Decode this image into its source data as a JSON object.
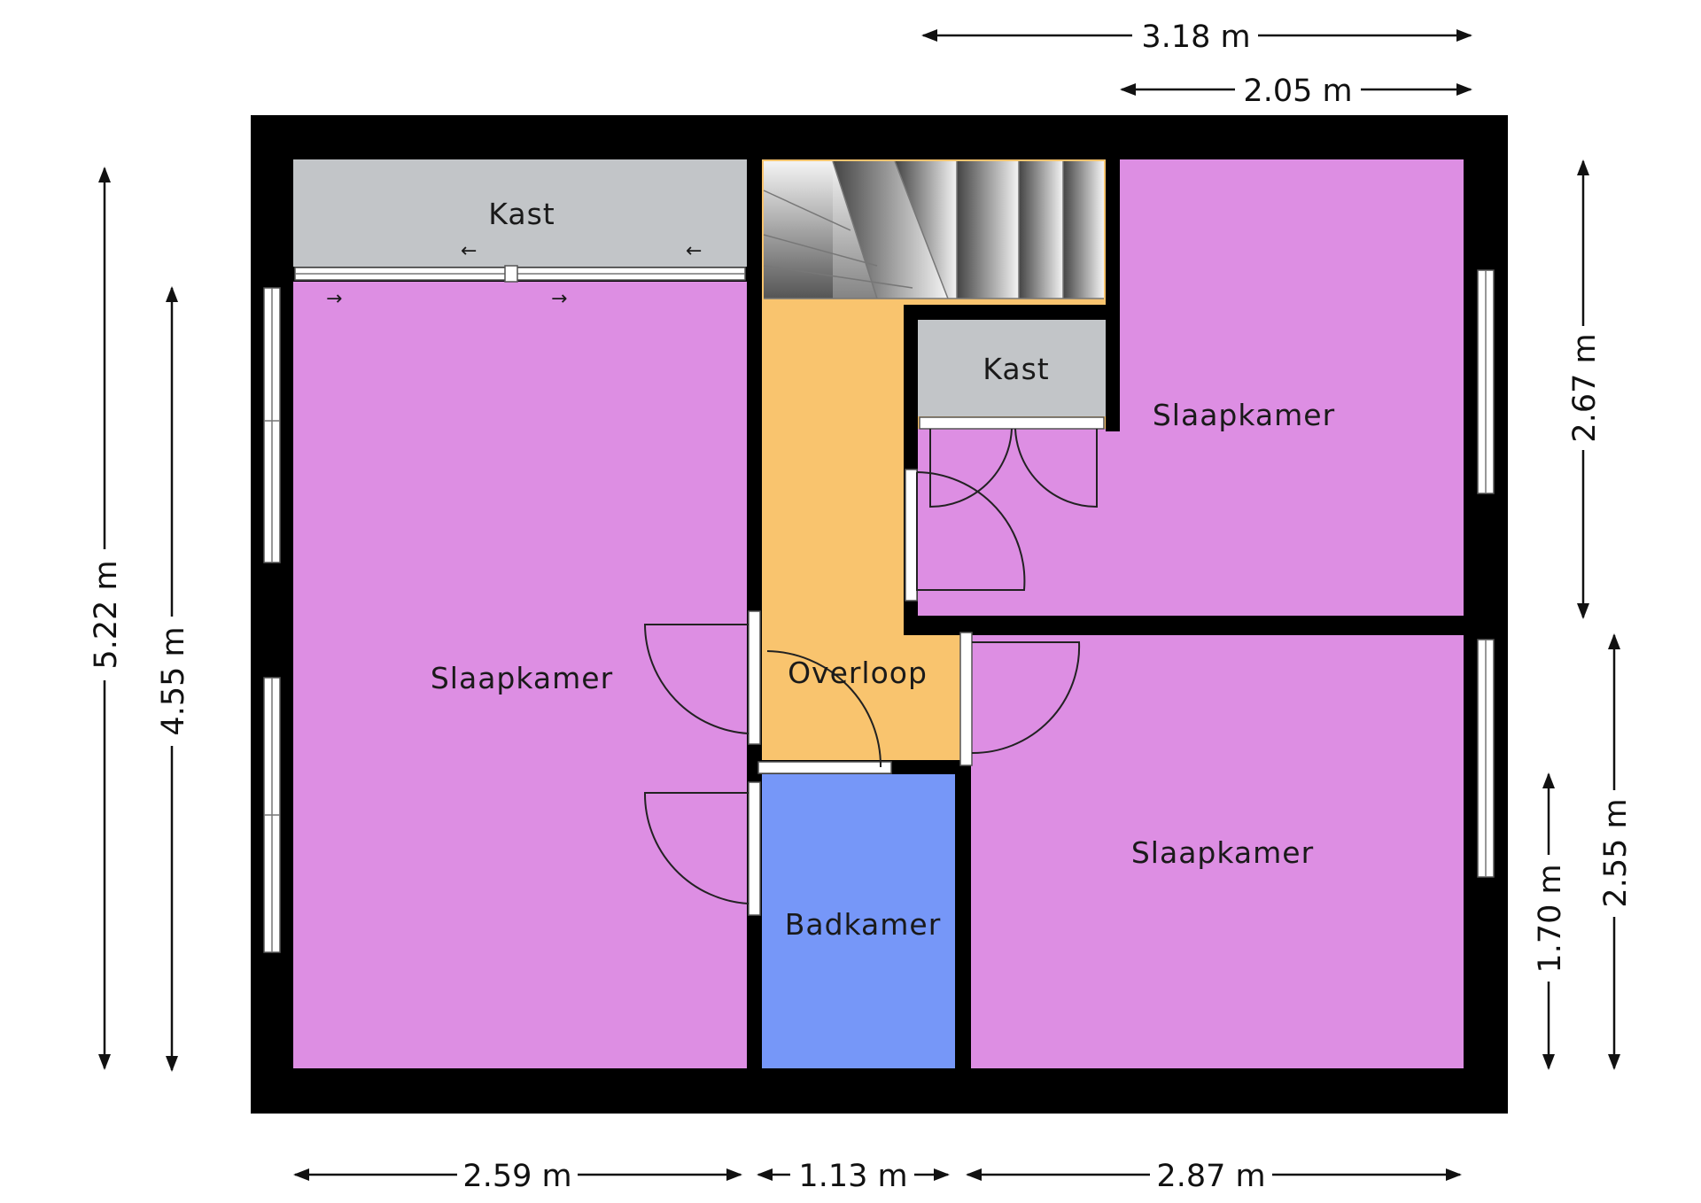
{
  "rooms": {
    "kast_top": "Kast",
    "kast_small": "Kast",
    "slaapkamer_left": "Slaapkamer",
    "slaapkamer_top_right": "Slaapkamer",
    "slaapkamer_bottom_right": "Slaapkamer",
    "overloop": "Overloop",
    "badkamer": "Badkamer"
  },
  "dimensions": {
    "top_total": "3.18 m",
    "top_inner": "2.05 m",
    "left_total": "5.22 m",
    "left_inner": "4.55 m",
    "right_upper": "2.67 m",
    "right_lower": "2.55 m",
    "right_bath": "1.70 m",
    "bottom_left": "2.59 m",
    "bottom_middle": "1.13 m",
    "bottom_right": "2.87 m"
  },
  "colors": {
    "wall": "#000000",
    "bedroom": "#dd8ee3",
    "closet": "#c2c5c8",
    "landing": "#f9c46e",
    "bathroom": "#7697f8"
  },
  "icons": {
    "arrow_left": "←",
    "arrow_right": "→"
  }
}
